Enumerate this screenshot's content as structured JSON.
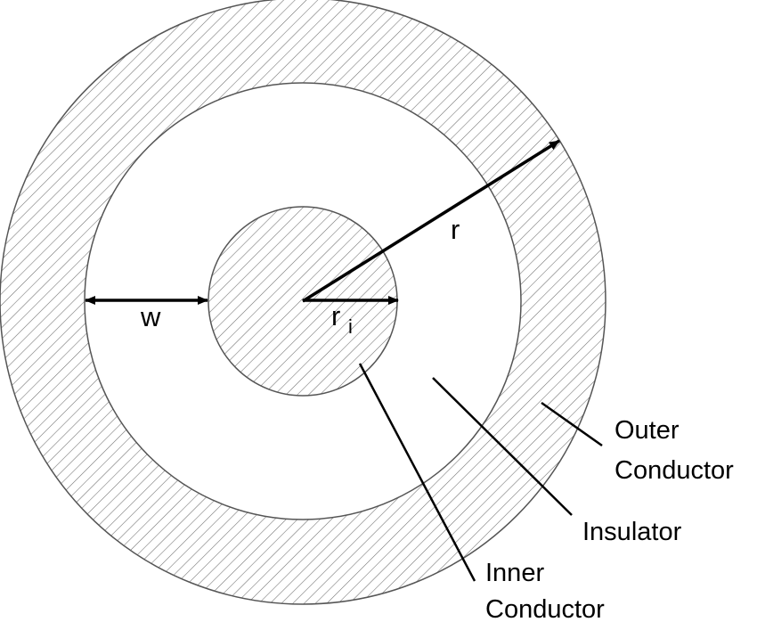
{
  "labels": {
    "r": "r",
    "w": "w",
    "ri_main": "r",
    "ri_sub": "i",
    "outer_line1": "Outer",
    "outer_line2": "Conductor",
    "insulator": "Insulator",
    "inner_line1": "Inner",
    "inner_line2": "Conductor"
  },
  "colors": {
    "stroke": "#555555",
    "hatch": "#6f6f6f",
    "ink": "#000000",
    "background": "#ffffff"
  }
}
